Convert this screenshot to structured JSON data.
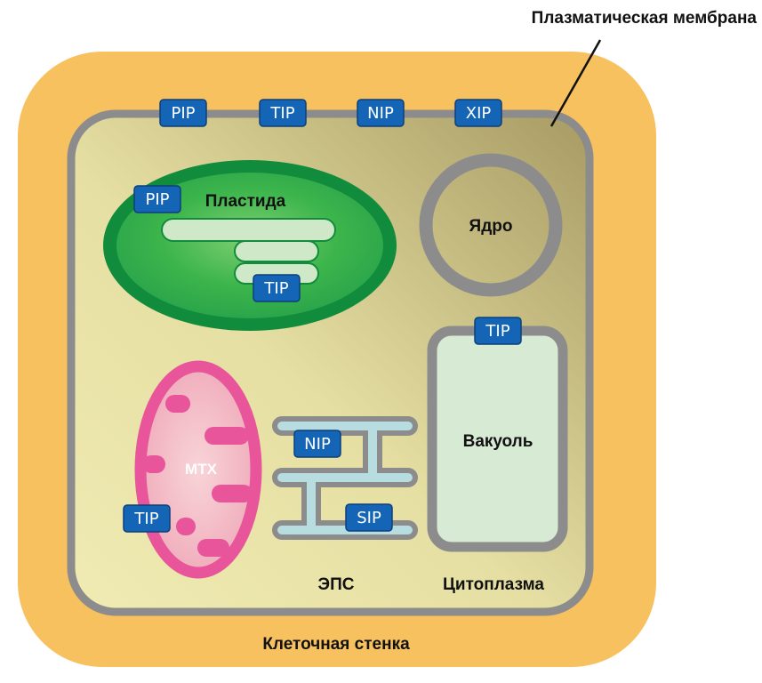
{
  "labels": {
    "plasma_membrane": "Плазматическая мембрана",
    "plastid": "Пластида",
    "nucleus": "Ядро",
    "vacuole": "Вакуоль",
    "mitochondrion": "МТХ",
    "er": "ЭПС",
    "cytoplasm": "Цитоплазма",
    "cell_wall": "Клеточная стенка"
  },
  "aquaporins": {
    "membrane_pip": "PIP",
    "membrane_tip": "TIP",
    "membrane_nip": "NIP",
    "membrane_xip": "XIP",
    "plastid_pip": "PIP",
    "plastid_tip": "TIP",
    "vacuole_tip": "TIP",
    "mitochondrion_tip": "TIP",
    "er_nip": "NIP",
    "er_sip": "SIP"
  },
  "colors": {
    "cell_wall": "#f8c15f",
    "membrane": "#8c8c8c",
    "cytoplasm_light": "#efebb3",
    "cytoplasm_dark": "#a79b63",
    "plastid_outer": "#118c3c",
    "plastid_inner": "#33b24a",
    "thylakoid": "#cfe8c8",
    "mitochondrion": "#e8559a",
    "mitochondrion_inner": "#f3b3c2",
    "er": "#b7dde0",
    "vacuole": "#d7ead4",
    "tag": "#1565b7"
  }
}
